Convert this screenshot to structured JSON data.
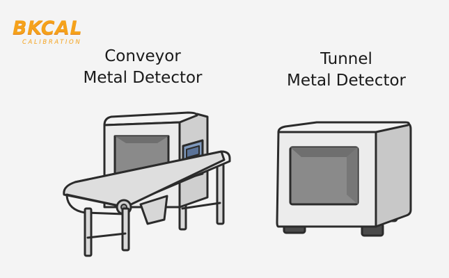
{
  "logo": {
    "brand": "BKCAL",
    "tagline": "CALIBRATION"
  },
  "items": [
    {
      "line1": "Conveyor",
      "line2": "Metal Detector"
    },
    {
      "line1": "Tunnel",
      "line2": "Metal Detector"
    }
  ],
  "colors": {
    "brand": "#f5a21b",
    "outline": "#2b2b2b",
    "panel": "#7f99bd",
    "body": "#e6e6e6",
    "aperture": "#8a8a8a"
  },
  "icons": [
    "conveyor-metal-detector-icon",
    "tunnel-metal-detector-icon"
  ]
}
